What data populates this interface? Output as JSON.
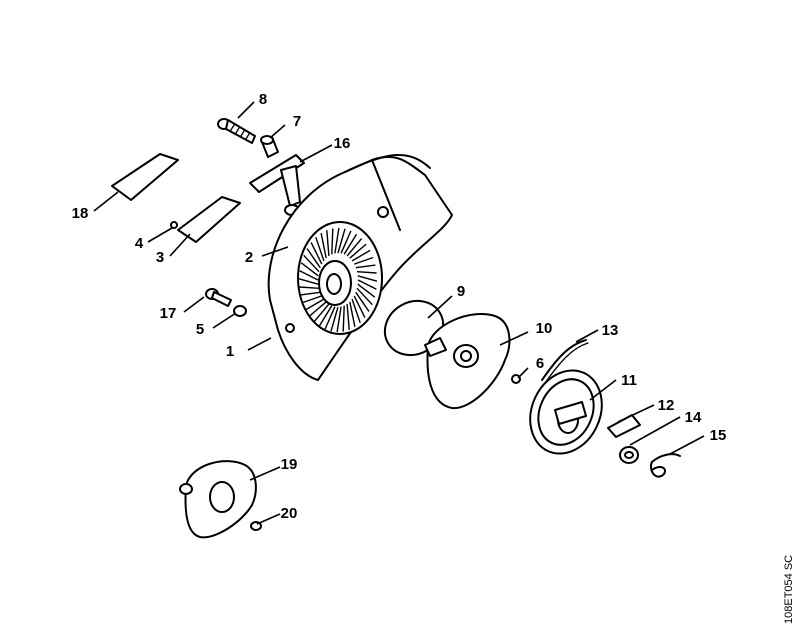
{
  "doc_code": "108ET054 SC",
  "callouts": [
    "1",
    "2",
    "3",
    "4",
    "5",
    "6",
    "7",
    "8",
    "9",
    "10",
    "11",
    "12",
    "13",
    "14",
    "15",
    "16",
    "17",
    "18",
    "19",
    "20"
  ]
}
